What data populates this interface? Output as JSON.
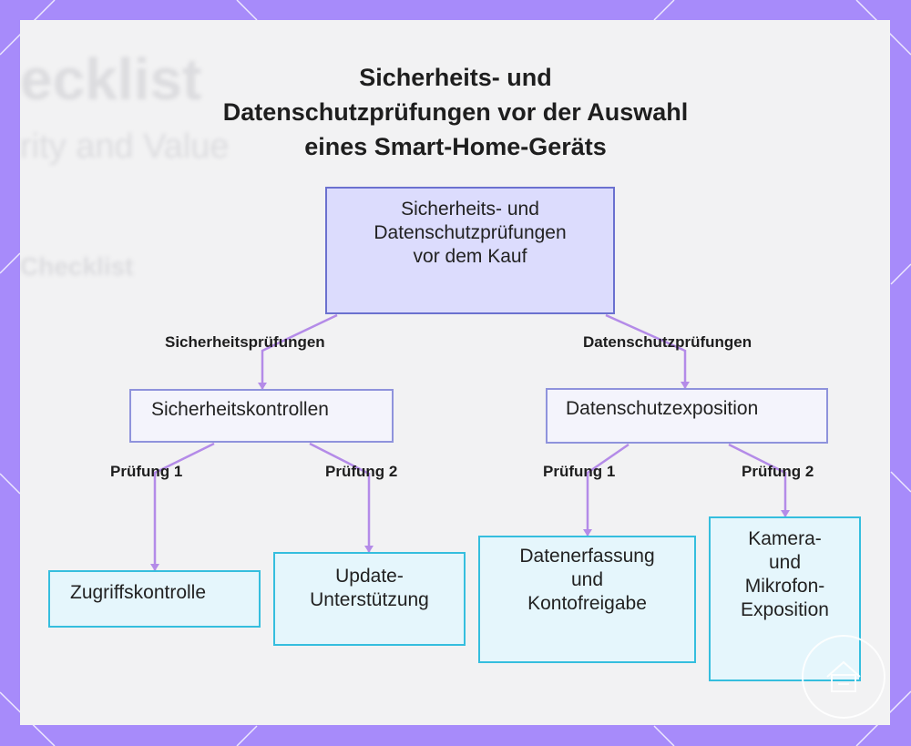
{
  "title": {
    "lines": [
      "Sicherheits- und",
      "Datenschutzprüfungen vor der Auswahl",
      "eines Smart-Home-Geräts"
    ]
  },
  "background": {
    "ghost_text_1": "ecklist",
    "ghost_text_2": "rity and Value",
    "ghost_text_3": "Checklist"
  },
  "nodes": {
    "root": {
      "lines": [
        "Sicherheits- und",
        "Datenschutzprüfungen",
        "vor dem Kauf"
      ]
    },
    "security": {
      "lines": [
        "Sicherheitskontrollen"
      ]
    },
    "privacy": {
      "lines": [
        "Datenschutzexposition"
      ]
    },
    "access": {
      "lines": [
        "Zugriffskontrolle"
      ]
    },
    "update": {
      "lines": [
        "Update-",
        "Unterstützung"
      ]
    },
    "data": {
      "lines": [
        "Datenerfassung",
        "und",
        "Kontofreigabe"
      ]
    },
    "camera": {
      "lines": [
        "Kamera-",
        "und",
        "Mikrofon-",
        "Exposition"
      ]
    }
  },
  "edge_labels": {
    "security_checks": "Sicherheitsprüfungen",
    "privacy_checks": "Datenschutzprüfungen",
    "check1_left": "Prüfung 1",
    "check2_left": "Prüfung 2",
    "check1_right": "Prüfung 1",
    "check2_right": "Prüfung 2"
  },
  "colors": {
    "frame": "#a78bfa",
    "root_fill": "#dcdcfd",
    "root_border": "#6b71cf",
    "mid_border": "#8f93dc",
    "leaf_fill": "#e5f6fc",
    "leaf_border": "#35bede",
    "connector": "#b48be8"
  }
}
